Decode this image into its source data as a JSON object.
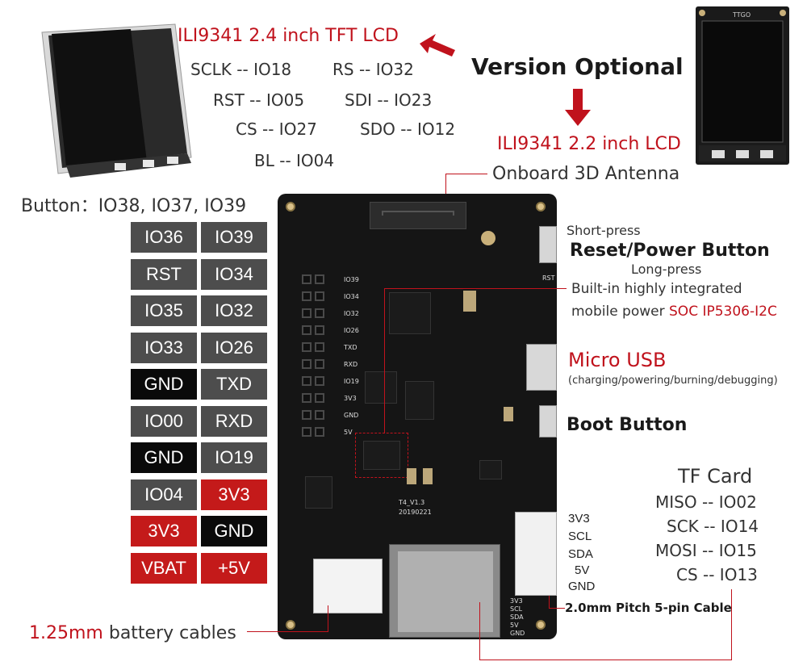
{
  "lcd24": {
    "title": "ILI9341 2.4 inch TFT LCD",
    "pins": [
      "SCLK -- IO18",
      "RS -- IO32",
      "RST -- IO05",
      "SDI -- IO23",
      "CS -- IO27",
      "SDO -- IO12",
      "BL -- IO04"
    ]
  },
  "version_optional": "Version Optional",
  "lcd22": {
    "title": "ILI9341 2.2 inch  LCD",
    "brand": "TTGO"
  },
  "antenna": "Onboard 3D Antenna",
  "buttons_line": "Button：IO38, IO37, IO39",
  "pin_table": [
    [
      {
        "label": "IO36",
        "color": "gray"
      },
      {
        "label": "IO39",
        "color": "gray"
      }
    ],
    [
      {
        "label": "RST",
        "color": "gray"
      },
      {
        "label": "IO34",
        "color": "gray"
      }
    ],
    [
      {
        "label": "IO35",
        "color": "gray"
      },
      {
        "label": "IO32",
        "color": "gray"
      }
    ],
    [
      {
        "label": "IO33",
        "color": "gray"
      },
      {
        "label": "IO26",
        "color": "gray"
      }
    ],
    [
      {
        "label": "GND",
        "color": "black"
      },
      {
        "label": "TXD",
        "color": "gray"
      }
    ],
    [
      {
        "label": "IO00",
        "color": "gray"
      },
      {
        "label": "RXD",
        "color": "gray"
      }
    ],
    [
      {
        "label": "GND",
        "color": "black"
      },
      {
        "label": "IO19",
        "color": "gray"
      }
    ],
    [
      {
        "label": "IO04",
        "color": "gray"
      },
      {
        "label": "3V3",
        "color": "red"
      }
    ],
    [
      {
        "label": "3V3",
        "color": "red"
      },
      {
        "label": "GND",
        "color": "black"
      }
    ],
    [
      {
        "label": "VBAT",
        "color": "red"
      },
      {
        "label": "+5V",
        "color": "red"
      }
    ]
  ],
  "reset_button": {
    "short": "Short-press",
    "title": "Reset/Power Button",
    "long": "Long-press"
  },
  "power_soc": {
    "line1": "Built-in highly integrated",
    "line2_prefix": "mobile power ",
    "line2_highlight": "SOC IP5306-I2C"
  },
  "micro_usb": {
    "title": "Micro USB",
    "desc": "(charging/powering/burning/debugging)"
  },
  "boot_button": "Boot Button",
  "tf_card": {
    "title": "TF Card",
    "pins": [
      "MISO -- IO02",
      "SCK -- IO14",
      "MOSI -- IO15",
      "CS -- IO13"
    ]
  },
  "cable": {
    "labels": [
      "3V3",
      "SCL",
      "SDA",
      "5V",
      "GND"
    ],
    "title": "2.0mm Pitch 5-pin Cable"
  },
  "battery": {
    "size": "1.25mm",
    "text": " battery cables"
  },
  "pcb": {
    "header_labels": [
      "IO39",
      "IO34",
      "IO32",
      "IO26",
      "TXD",
      "RXD",
      "IO19",
      "3V3",
      "GND",
      "5V"
    ],
    "version": "T4_V1.3",
    "date": "20190221",
    "rst": "RST",
    "tf_labels": [
      "3V3",
      "SCL",
      "SDA",
      "5V",
      "GND"
    ]
  }
}
